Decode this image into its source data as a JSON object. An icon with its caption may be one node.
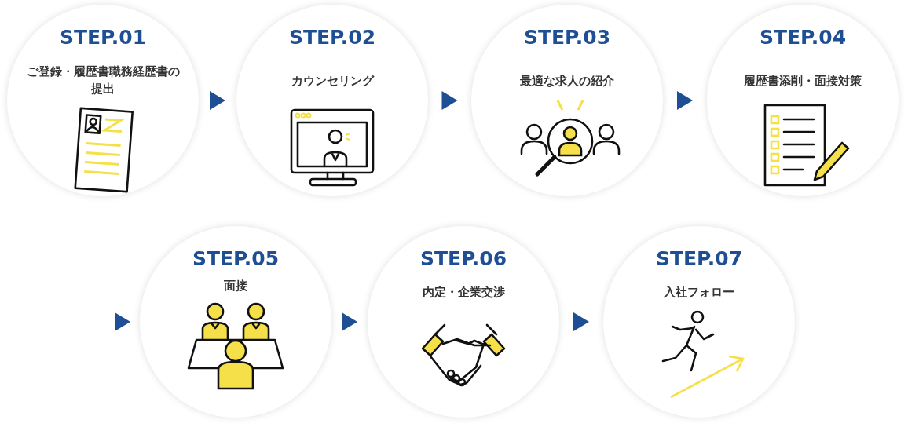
{
  "diagram": {
    "nodes": [
      {
        "text": [
          "STEP.01",
          "ご登録・履歴書職務経歴書の提出"
        ]
      },
      {
        "text": [
          "STEP.02",
          "カウンセリング"
        ]
      },
      {
        "text": [
          "STEP.03",
          "最適な求人の紹介"
        ]
      },
      {
        "text": [
          "STEP.04",
          "履歴書添削・面接対策"
        ]
      },
      {
        "text": [
          "STEP.05",
          "面接"
        ]
      },
      {
        "text": [
          "STEP.06",
          "内定・企業交渉"
        ]
      },
      {
        "text": [
          "STEP.07",
          "入社フォロー"
        ]
      }
    ],
    "edges": [
      {
        "from": 0,
        "to": 1,
        "arrow": "to"
      },
      {
        "from": 1,
        "to": 2,
        "arrow": "to"
      },
      {
        "from": 2,
        "to": 3,
        "arrow": "to"
      },
      {
        "from": null,
        "to": 4,
        "arrow": "to"
      },
      {
        "from": 4,
        "to": 5,
        "arrow": "to"
      },
      {
        "from": 5,
        "to": 6,
        "arrow": "to"
      }
    ]
  }
}
